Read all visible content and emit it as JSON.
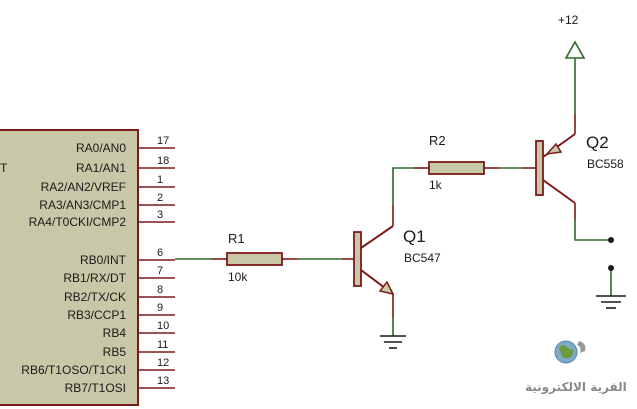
{
  "mcu": {
    "partial_label": "T",
    "pins": [
      {
        "name": "RA0/AN0",
        "num": "17"
      },
      {
        "name": "RA1/AN1",
        "num": "18"
      },
      {
        "name": "RA2/AN2/VREF",
        "num": "1"
      },
      {
        "name": "RA3/AN3/CMP1",
        "num": "2"
      },
      {
        "name": "RA4/T0CKI/CMP2",
        "num": "3"
      },
      {
        "name": "RB0/INT",
        "num": "6"
      },
      {
        "name": "RB1/RX/DT",
        "num": "7"
      },
      {
        "name": "RB2/TX/CK",
        "num": "8"
      },
      {
        "name": "RB3/CCP1",
        "num": "9"
      },
      {
        "name": "RB4",
        "num": "10"
      },
      {
        "name": "RB5",
        "num": "11"
      },
      {
        "name": "RB6/T1OSO/T1CKI",
        "num": "12"
      },
      {
        "name": "RB7/T1OSI",
        "num": "13"
      }
    ]
  },
  "r1": {
    "ref": "R1",
    "value": "10k"
  },
  "r2": {
    "ref": "R2",
    "value": "1k"
  },
  "q1": {
    "ref": "Q1",
    "value": "BC547"
  },
  "q2": {
    "ref": "Q2",
    "value": "BC558"
  },
  "power": {
    "label": "+12"
  },
  "watermark": {
    "text": "القرية الالكترونية"
  },
  "colors": {
    "wire": "#2a6b2a",
    "component": "#7a1a1a",
    "mcu_body": "#c8c8a8"
  }
}
